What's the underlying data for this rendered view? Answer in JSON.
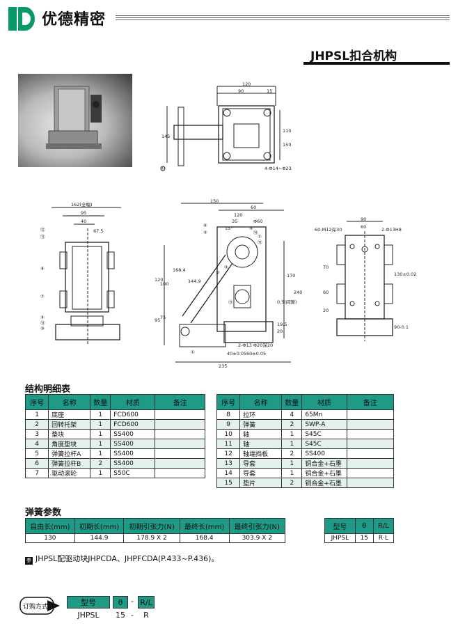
{
  "header": {
    "brand_initials": "JD",
    "brand_name": "优德精密",
    "page_title": "JHPSL扣合机构"
  },
  "drawings": {
    "top_view": {
      "dims": [
        "120",
        "90",
        "15",
        "145",
        "110",
        "150",
        "4-Φ14~Φ23",
        "①"
      ]
    },
    "left_view": {
      "dims": [
        "162(全幅)",
        "95",
        "40",
        "67.5",
        "⑫",
        "⑪",
        "⑧",
        "⑦",
        "⑨",
        "⑬",
        "⑩"
      ]
    },
    "front_view": {
      "dims": [
        "150",
        "60",
        "120",
        "35",
        "Φ60",
        "15°",
        "⑥",
        "⑤",
        "④",
        "⑭",
        "②",
        "⑮",
        "③",
        "②",
        "⑪",
        "①",
        "120",
        "100",
        "75",
        "95",
        "170",
        "240",
        "0.5(间隙)",
        "19.5",
        "20",
        "168.4",
        "144.9",
        "2-Φ13 Φ20深20",
        "40±0.05",
        "60±0.05",
        "235"
      ]
    },
    "right_view": {
      "dims": [
        "90",
        "60-M12深30",
        "60",
        "2-Φ13H8",
        "70",
        "60",
        "20",
        "130±0.02",
        "90-0.1"
      ]
    }
  },
  "parts_section": {
    "title": "结构明细表",
    "columns": [
      "序号",
      "名称",
      "数量",
      "材质",
      "备注"
    ],
    "left_rows": [
      {
        "no": "1",
        "name": "底座",
        "qty": "1",
        "material": "FCD600",
        "note": ""
      },
      {
        "no": "2",
        "name": "回转托架",
        "qty": "1",
        "material": "FCD600",
        "note": ""
      },
      {
        "no": "3",
        "name": "垫块",
        "qty": "1",
        "material": "SS400",
        "note": ""
      },
      {
        "no": "4",
        "name": "角度垫块",
        "qty": "1",
        "material": "SS400",
        "note": ""
      },
      {
        "no": "5",
        "name": "弹簧拉杆A",
        "qty": "1",
        "material": "SS400",
        "note": ""
      },
      {
        "no": "6",
        "name": "弹簧拉杆B",
        "qty": "2",
        "material": "SS400",
        "note": ""
      },
      {
        "no": "7",
        "name": "驱动滚轮",
        "qty": "1",
        "material": "S50C",
        "note": ""
      }
    ],
    "right_rows": [
      {
        "no": "8",
        "name": "拉环",
        "qty": "4",
        "material": "65Mn",
        "note": ""
      },
      {
        "no": "9",
        "name": "弹簧",
        "qty": "2",
        "material": "SWP-A",
        "note": ""
      },
      {
        "no": "10",
        "name": "轴",
        "qty": "1",
        "material": "S45C",
        "note": ""
      },
      {
        "no": "11",
        "name": "轴",
        "qty": "1",
        "material": "S45C",
        "note": ""
      },
      {
        "no": "12",
        "name": "轴端挡板",
        "qty": "2",
        "material": "SS400",
        "note": ""
      },
      {
        "no": "13",
        "name": "导套",
        "qty": "1",
        "material": "铜合金+石墨",
        "note": ""
      },
      {
        "no": "14",
        "name": "导套",
        "qty": "1",
        "material": "铜合金+石墨",
        "note": ""
      },
      {
        "no": "15",
        "name": "垫片",
        "qty": "2",
        "material": "铜合金+石墨",
        "note": ""
      }
    ]
  },
  "spring_section": {
    "title": "弹簧参数",
    "columns": [
      "自由长(mm)",
      "初期长(mm)",
      "初期引张力(N)",
      "最终长(mm)",
      "最终引张力(N)"
    ],
    "values": [
      "130",
      "144.9",
      "178.9 X 2",
      "168.4",
      "303.9 X 2"
    ]
  },
  "model_table": {
    "columns": [
      "型号",
      "θ",
      "R/L"
    ],
    "values": [
      "JHPSL",
      "15",
      "R·L"
    ]
  },
  "note": {
    "icon": "参",
    "text": "JHPSL配驱动块JHPCDA、JHPFCDA(P.433~P.436)。"
  },
  "order": {
    "badge_label": "订购方式",
    "headers": [
      "型号",
      "θ",
      "R/L"
    ],
    "sep": "-",
    "values": [
      "JHPSL",
      "15",
      "R"
    ]
  },
  "colors": {
    "accent": "#1f9a86",
    "row_alt": "#e3f0ec",
    "logo_green": "#0a9a6a"
  }
}
